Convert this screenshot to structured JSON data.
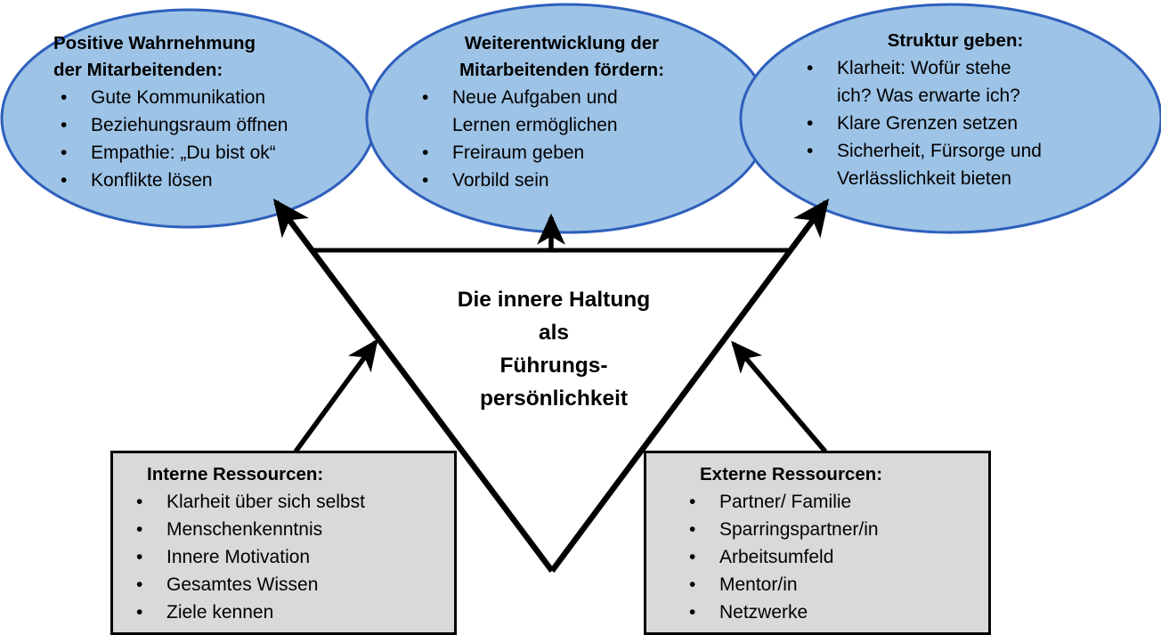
{
  "diagram": {
    "title_center": "Die innere Haltung\nals\nFührungs-\npersönlichkeit",
    "colors": {
      "ellipse_fill": "#9DC3E6",
      "ellipse_stroke": "#2E5FBC",
      "box_fill": "#D9D9D9",
      "box_stroke": "#000000",
      "arrow_color": "#000000",
      "text_color": "#000000"
    },
    "ellipses": [
      {
        "id": "positive-wahrnehmung",
        "title": "Positive Wahrnehmung\nder Mitarbeitenden:",
        "items": [
          "Gute Kommunikation",
          "Beziehungsraum öffnen",
          "Empathie: „Du bist ok“",
          "Konflikte lösen"
        ]
      },
      {
        "id": "weiterentwicklung",
        "title": "Weiterentwicklung der\nMitarbeitenden fördern:",
        "items": [
          "Neue Aufgaben und\nLernen ermöglichen",
          "Freiraum geben",
          "Vorbild sein"
        ]
      },
      {
        "id": "struktur-geben",
        "title": "Struktur geben:",
        "items": [
          "Klarheit: Wofür stehe\nich? Was erwarte ich?",
          "Klare Grenzen setzen",
          "Sicherheit, Fürsorge und\nVerlässlichkeit bieten"
        ]
      }
    ],
    "boxes": [
      {
        "id": "interne-ressourcen",
        "title": "Interne Ressourcen:",
        "items": [
          "Klarheit über sich selbst",
          "Menschenkenntnis",
          "Innere Motivation",
          "Gesamtes Wissen",
          "Ziele kennen"
        ]
      },
      {
        "id": "externe-ressourcen",
        "title": "Externe Ressourcen:",
        "items": [
          "Partner/ Familie",
          "Sparringspartner/in",
          "Arbeitsumfeld",
          "Mentor/in",
          "Netzwerke"
        ]
      }
    ],
    "connectors": [
      {
        "id": "arrow-v-to-ellipse-1",
        "kind": "arrow",
        "target": "positive-wahrnehmung"
      },
      {
        "id": "arrow-up-to-ellipse-2",
        "kind": "arrow",
        "target": "weiterentwicklung"
      },
      {
        "id": "arrow-v-to-ellipse-3",
        "kind": "arrow",
        "target": "struktur-geben"
      },
      {
        "id": "arrow-internal-box-up",
        "kind": "arrow",
        "source": "interne-ressourcen"
      },
      {
        "id": "arrow-external-box-up",
        "kind": "arrow",
        "source": "externe-ressourcen"
      },
      {
        "id": "crossbar",
        "kind": "line"
      }
    ]
  }
}
